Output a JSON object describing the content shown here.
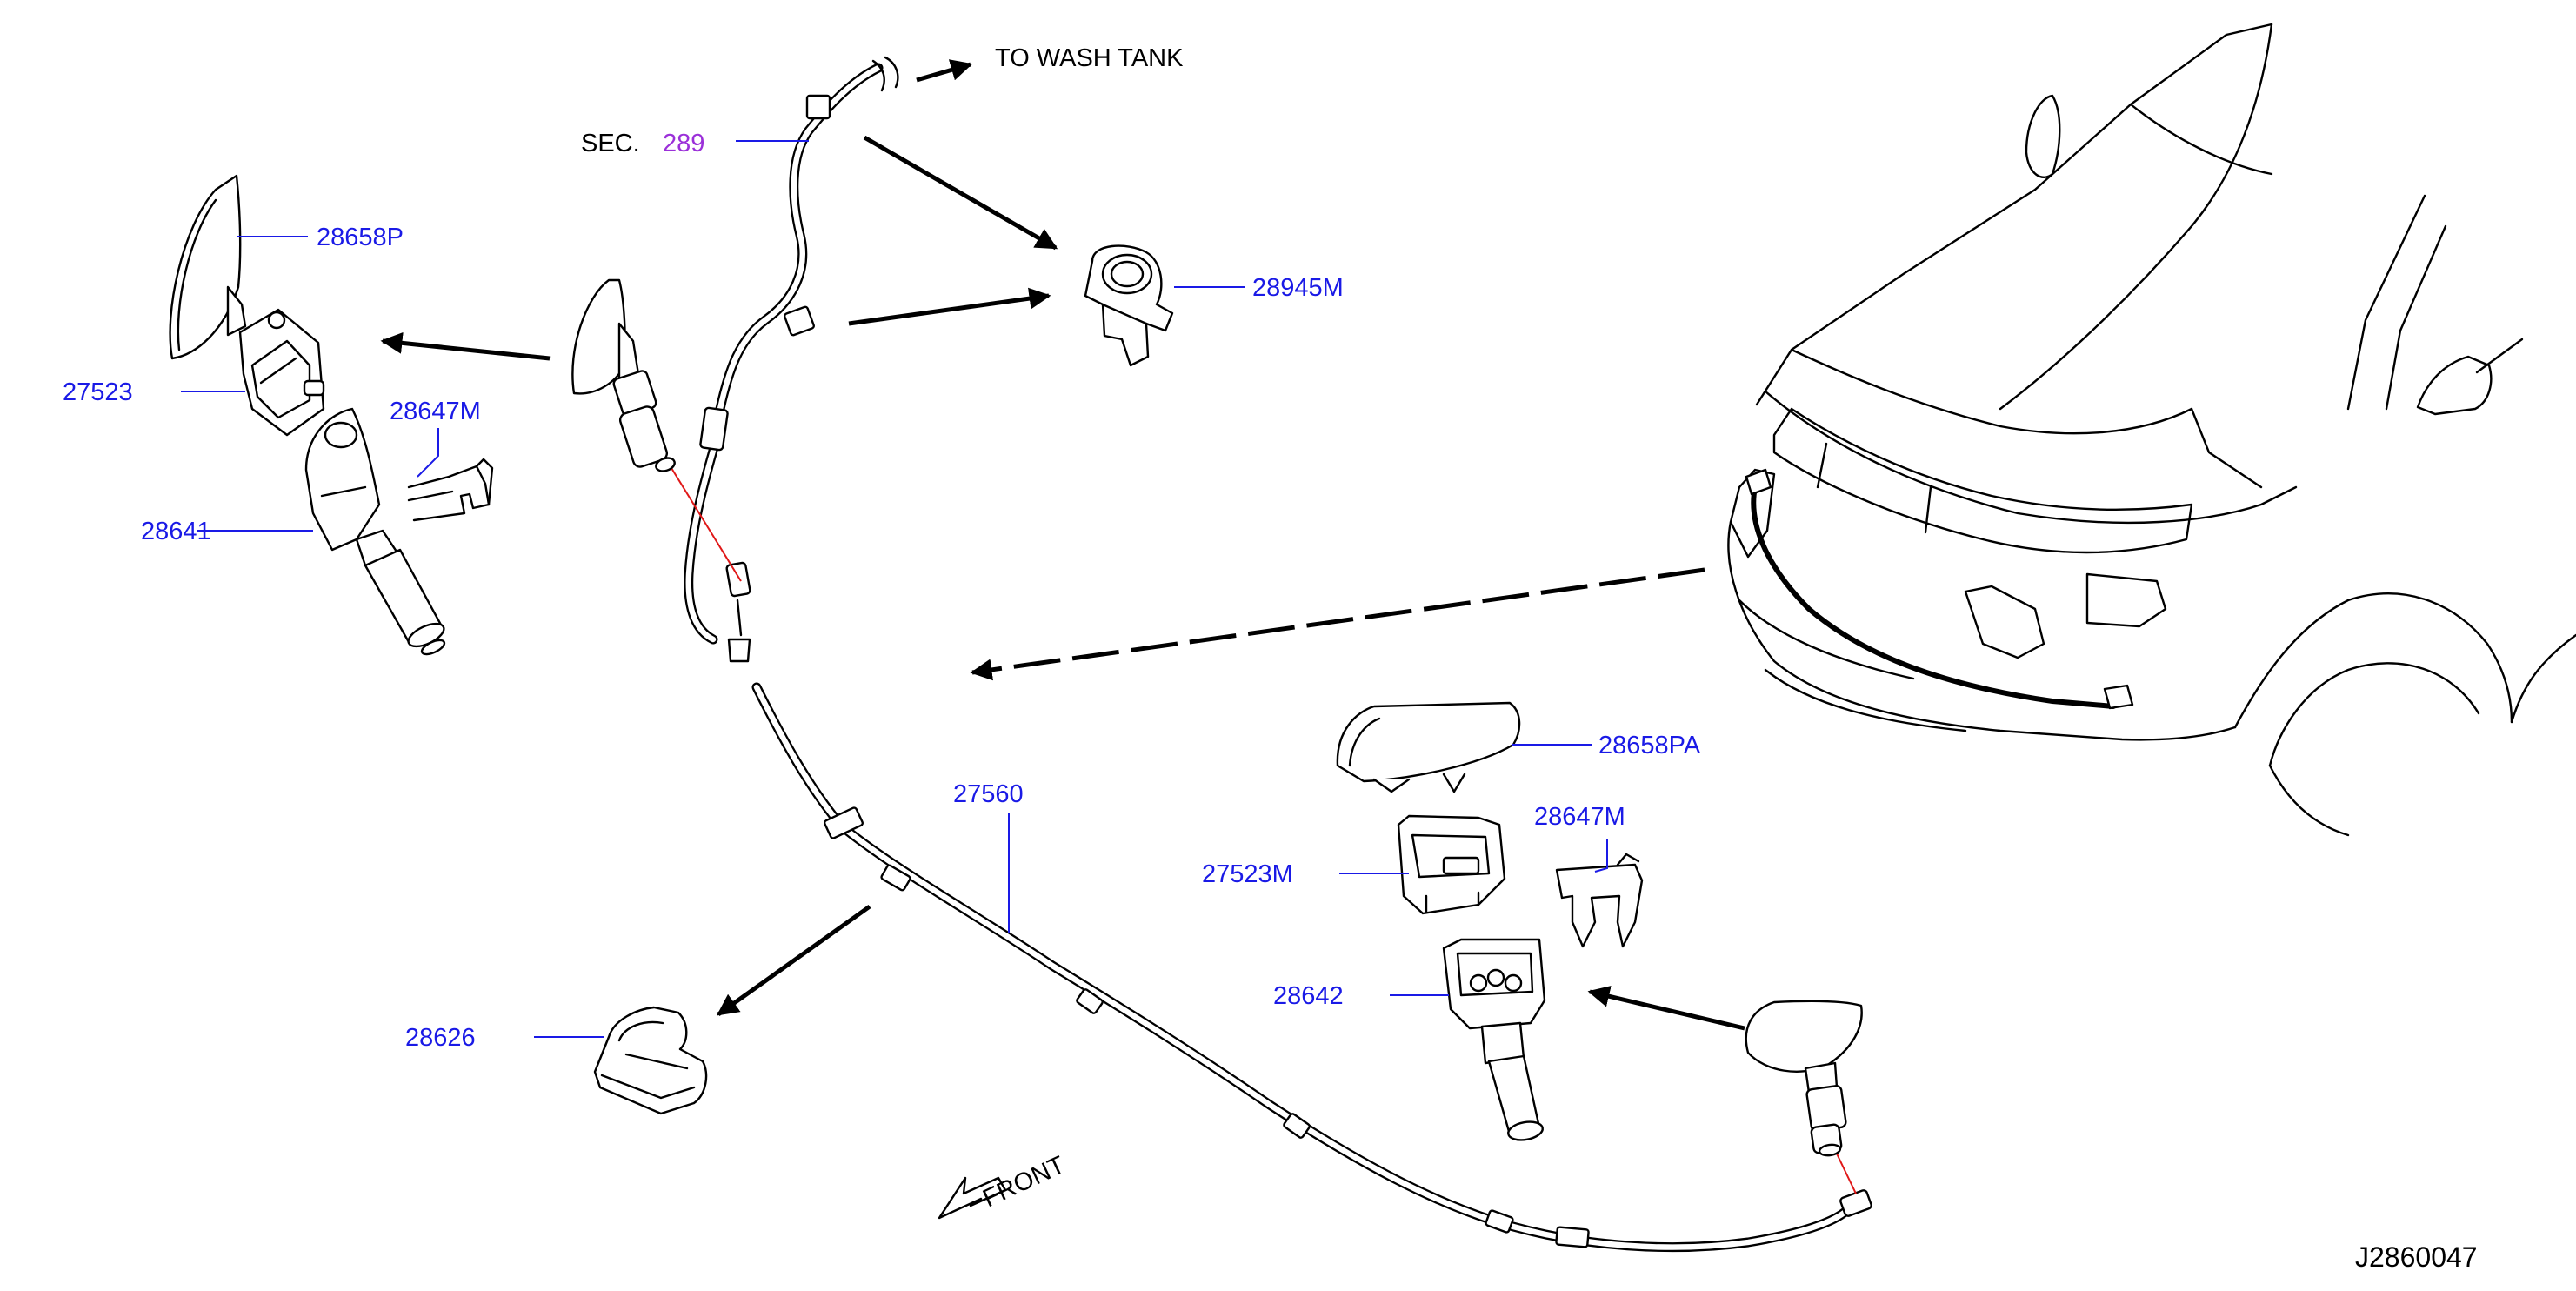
{
  "labels": {
    "to_wash_tank": "TO  WASH  TANK",
    "sec_prefix": "SEC.",
    "sec_number": "289",
    "front": "FRONT",
    "drawing_id": "J2860047"
  },
  "parts": {
    "p28658P": "28658P",
    "p27523": "27523",
    "p28647M_a": "28647M",
    "p28641": "28641",
    "p28945M": "28945M",
    "p28658PA": "28658PA",
    "p28647M_b": "28647M",
    "p27523M": "27523M",
    "p28642": "28642",
    "p27560": "27560",
    "p28626": "28626"
  },
  "colors": {
    "part_number": "#1a1ae6",
    "section_reference": "#9b30d9",
    "leader_line": "#1a1ae6",
    "center_line": "#e01818",
    "drawing": "#000000"
  }
}
